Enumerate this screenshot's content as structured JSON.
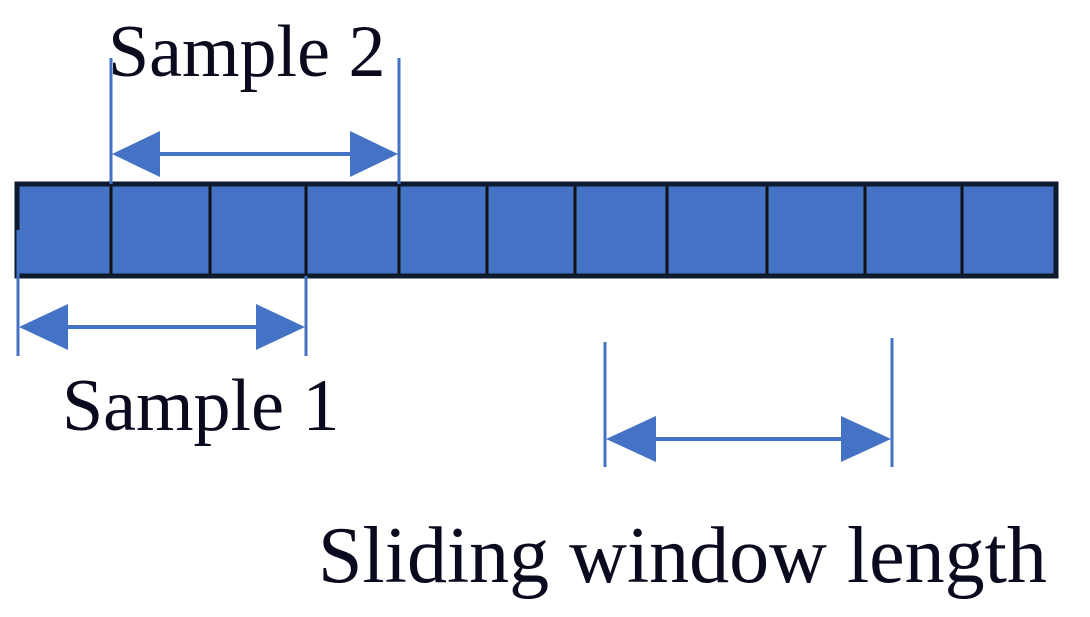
{
  "labels": {
    "sample_2": "Sample 2",
    "sample_1": "Sample 1",
    "sliding_window": "Sliding window length"
  },
  "strip": {
    "cell_count": 11
  },
  "colors": {
    "cell_fill": "#4472C4",
    "cell_border": "#111111",
    "strip_border": "#0E1A2E",
    "arrow": "#4472C4",
    "text": "#0A0A1E"
  },
  "icons": {
    "sample_2_arrow": "double-headed-arrow-icon",
    "sample_1_arrow": "double-headed-arrow-icon",
    "window_arrow": "double-headed-arrow-icon"
  }
}
